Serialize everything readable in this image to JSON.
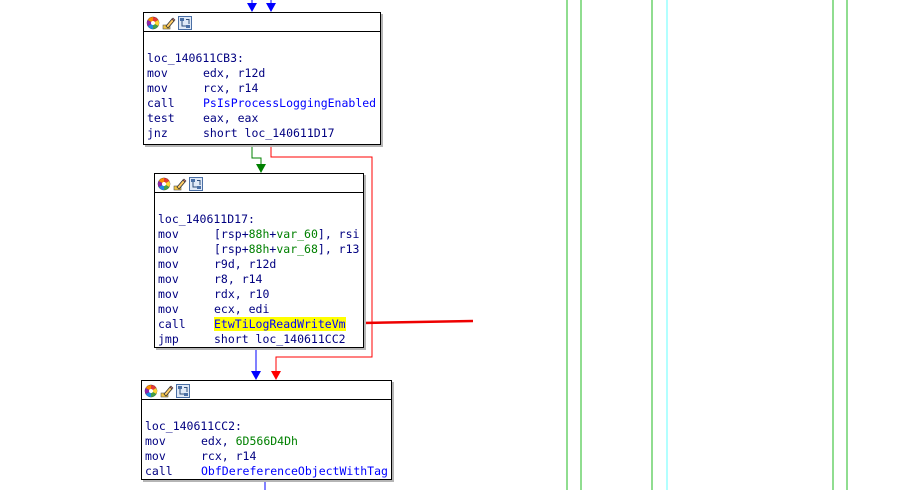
{
  "colors": {
    "edge_true": "#008000",
    "edge_false": "#ff0000",
    "edge_uncond": "#0000ff",
    "annotation_arrow": "#ee0000",
    "highlight": "#ffff00",
    "vline_green": "#22bb22",
    "vline_cyan": "#66ffff"
  },
  "header_icons": [
    "color-palette-icon",
    "edit-pencil-icon",
    "graph-layout-icon"
  ],
  "blocks": [
    {
      "label": "loc_140611CB3:",
      "lines": [
        {
          "mnem": "mov",
          "ops": [
            {
              "t": "edx, r12d",
              "c": "k"
            }
          ]
        },
        {
          "mnem": "mov",
          "ops": [
            {
              "t": "rcx, r14",
              "c": "k"
            }
          ]
        },
        {
          "mnem": "call",
          "ops": [
            {
              "t": "PsIsProcessLoggingEnabled",
              "c": "fn"
            }
          ]
        },
        {
          "mnem": "test",
          "ops": [
            {
              "t": "eax, eax",
              "c": "k"
            }
          ]
        },
        {
          "mnem": "jnz",
          "ops": [
            {
              "t": "short loc_140611D17",
              "c": "k"
            }
          ]
        }
      ]
    },
    {
      "label": "loc_140611D17:",
      "lines": [
        {
          "mnem": "mov",
          "ops": [
            {
              "t": "[rsp+",
              "c": "k"
            },
            {
              "t": "88h",
              "c": "num"
            },
            {
              "t": "+",
              "c": "k"
            },
            {
              "t": "var_60",
              "c": "var"
            },
            {
              "t": "], rsi",
              "c": "k"
            }
          ]
        },
        {
          "mnem": "mov",
          "ops": [
            {
              "t": "[rsp+",
              "c": "k"
            },
            {
              "t": "88h",
              "c": "num"
            },
            {
              "t": "+",
              "c": "k"
            },
            {
              "t": "var_68",
              "c": "var"
            },
            {
              "t": "], r13",
              "c": "k"
            }
          ]
        },
        {
          "mnem": "mov",
          "ops": [
            {
              "t": "r9d, r12d",
              "c": "k"
            }
          ]
        },
        {
          "mnem": "mov",
          "ops": [
            {
              "t": "r8, r14",
              "c": "k"
            }
          ]
        },
        {
          "mnem": "mov",
          "ops": [
            {
              "t": "rdx, r10",
              "c": "k"
            }
          ]
        },
        {
          "mnem": "mov",
          "ops": [
            {
              "t": "ecx, edi",
              "c": "k"
            }
          ]
        },
        {
          "mnem": "call",
          "ops": [
            {
              "t": "EtwTiLogReadWriteVm",
              "c": "hl"
            }
          ]
        },
        {
          "mnem": "jmp",
          "ops": [
            {
              "t": "short loc_140611CC2",
              "c": "k"
            }
          ]
        }
      ]
    },
    {
      "label": "loc_140611CC2:",
      "lines": [
        {
          "mnem": "mov",
          "ops": [
            {
              "t": "edx, ",
              "c": "k"
            },
            {
              "t": "6D566D4Dh",
              "c": "num"
            }
          ]
        },
        {
          "mnem": "mov",
          "ops": [
            {
              "t": "rcx, r14",
              "c": "k"
            }
          ]
        },
        {
          "mnem": "call",
          "ops": [
            {
              "t": "ObfDereferenceObjectWithTag",
              "c": "fn"
            }
          ]
        }
      ]
    }
  ]
}
